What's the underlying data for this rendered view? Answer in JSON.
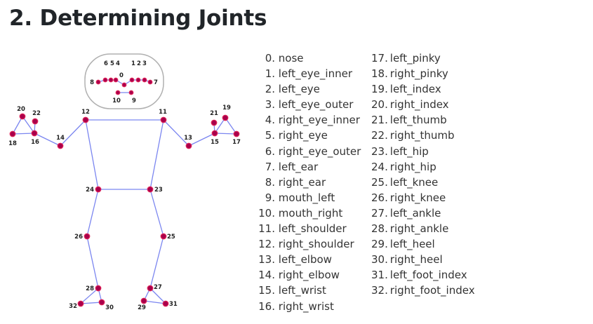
{
  "title": "2. Determining Joints",
  "colors": {
    "bone": "#7b86f0",
    "joint_fill": "#a8004b",
    "joint_ring": "#e0245a",
    "head_outline": "#b0b0b0",
    "text": "#333333"
  },
  "landmarks": [
    {
      "index": "0.",
      "name": "nose"
    },
    {
      "index": "1.",
      "name": "left_eye_inner"
    },
    {
      "index": "2.",
      "name": "left_eye"
    },
    {
      "index": "3.",
      "name": "left_eye_outer"
    },
    {
      "index": "4.",
      "name": "right_eye_inner"
    },
    {
      "index": "5.",
      "name": "right_eye"
    },
    {
      "index": "6.",
      "name": "right_eye_outer"
    },
    {
      "index": "7.",
      "name": "left_ear"
    },
    {
      "index": "8.",
      "name": "right_ear"
    },
    {
      "index": "9.",
      "name": "mouth_left"
    },
    {
      "index": "10.",
      "name": "mouth_right"
    },
    {
      "index": "11.",
      "name": "left_shoulder"
    },
    {
      "index": "12.",
      "name": "right_shoulder"
    },
    {
      "index": "13.",
      "name": "left_elbow"
    },
    {
      "index": "14.",
      "name": "right_elbow"
    },
    {
      "index": "15.",
      "name": "left_wrist"
    },
    {
      "index": "16.",
      "name": "right_wrist"
    },
    {
      "index": "17.",
      "name": "left_pinky"
    },
    {
      "index": "18.",
      "name": "right_pinky"
    },
    {
      "index": "19.",
      "name": "left_index"
    },
    {
      "index": "20.",
      "name": "right_index"
    },
    {
      "index": "21.",
      "name": "left_thumb"
    },
    {
      "index": "22.",
      "name": "right_thumb"
    },
    {
      "index": "23.",
      "name": "left_hip"
    },
    {
      "index": "24.",
      "name": "right_hip"
    },
    {
      "index": "25.",
      "name": "left_knee"
    },
    {
      "index": "26.",
      "name": "right_knee"
    },
    {
      "index": "27.",
      "name": "left_ankle"
    },
    {
      "index": "28.",
      "name": "right_ankle"
    },
    {
      "index": "29.",
      "name": "left_heel"
    },
    {
      "index": "30.",
      "name": "right_heel"
    },
    {
      "index": "31.",
      "name": "left_foot_index"
    },
    {
      "index": "32.",
      "name": "right_foot_index"
    }
  ],
  "diagram": {
    "point_labels": [
      "0",
      "1",
      "2",
      "3",
      "4",
      "5",
      "6",
      "7",
      "8",
      "9",
      "10",
      "11",
      "12",
      "13",
      "14",
      "15",
      "16",
      "17",
      "18",
      "19",
      "20",
      "21",
      "22",
      "23",
      "24",
      "25",
      "26",
      "27",
      "28",
      "29",
      "30",
      "31",
      "32"
    ]
  }
}
